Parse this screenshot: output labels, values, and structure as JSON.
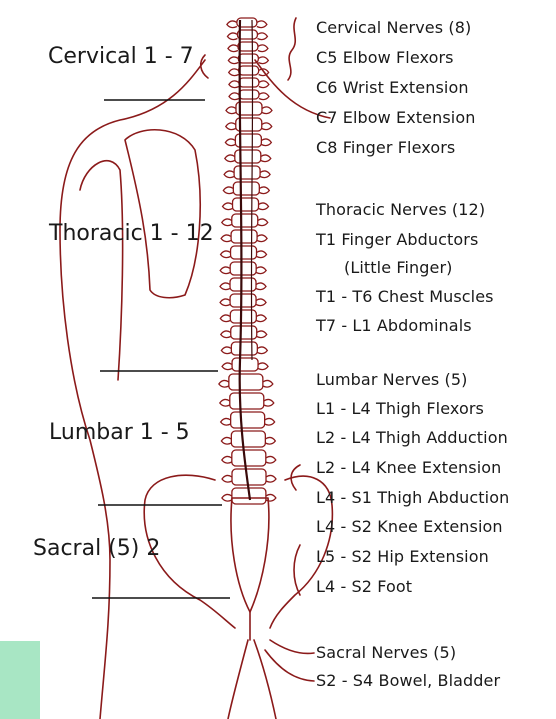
{
  "regions": {
    "cervical": "Cervical 1 - 7",
    "thoracic": "Thoracic 1 - 12",
    "lumbar": "Lumbar 1 - 5",
    "sacral": "Sacral (5) 2"
  },
  "cervical_group": {
    "title": "Cervical Nerves (8)",
    "items": [
      "C5 Elbow Flexors",
      "C6 Wrist Extension",
      "C7 Elbow Extension",
      "C8 Finger Flexors"
    ]
  },
  "thoracic_group": {
    "title": "Thoracic Nerves (12)",
    "items": [
      "T1 Finger Abductors",
      "(Little Finger)",
      "T1 - T6 Chest Muscles",
      "T7 - L1 Abdominals"
    ]
  },
  "lumbar_group": {
    "title": "Lumbar Nerves (5)",
    "items": [
      "L1 - L4 Thigh Flexors",
      "L2 - L4 Thigh Adduction",
      "L2 - L4 Knee Extension",
      "L4 - S1 Thigh Abduction",
      "L4 - S2 Knee Extension",
      "L5 - S2 Hip Extension",
      "L4 - S2 Foot"
    ]
  },
  "sacral_group": {
    "title": "Sacral Nerves (5)",
    "items": [
      "S2 - S4 Bowel, Bladder"
    ]
  },
  "colors": {
    "ink": "#8b1a1a",
    "text": "#1a1a1a",
    "swatch": "#a8e6c4"
  }
}
